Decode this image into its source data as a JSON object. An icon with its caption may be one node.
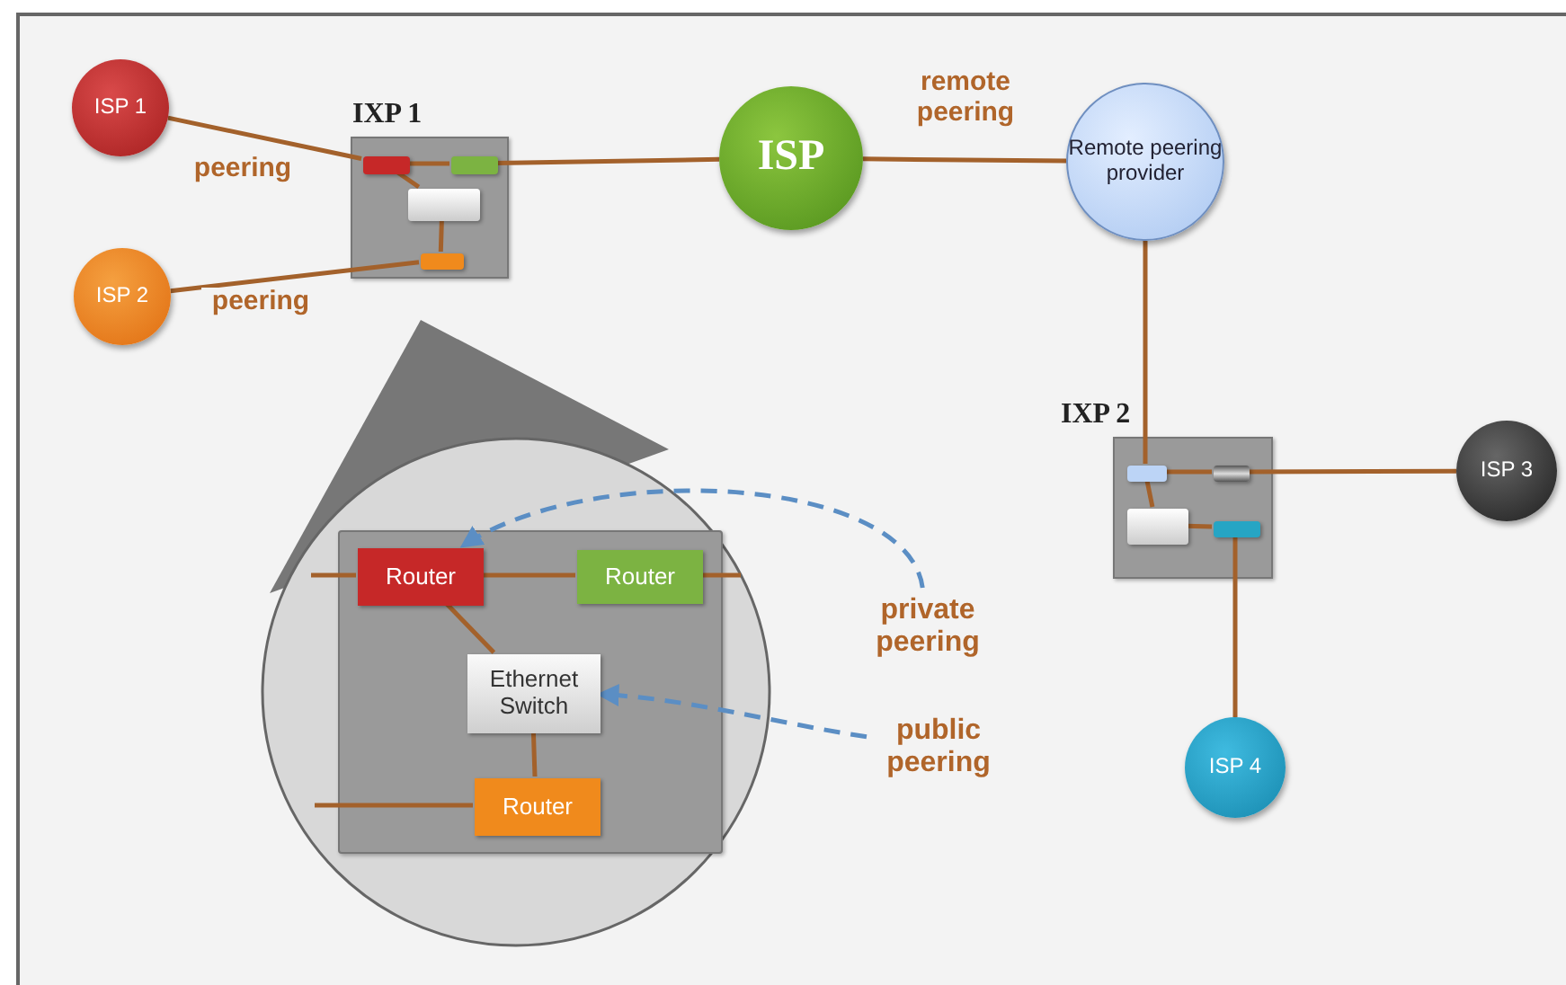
{
  "diagram": {
    "nodes": [
      {
        "text": [
          "ISP 1"
        ]
      },
      {
        "text": [
          "ISP 2"
        ]
      },
      {
        "text": [
          "IXP 1"
        ]
      },
      {
        "text": [],
        "shape": "box",
        "in": 2
      },
      {
        "text": [],
        "shape": "box",
        "in": 2
      },
      {
        "text": [],
        "shape": "box",
        "in": 2
      },
      {
        "text": [],
        "shape": "box",
        "in": 2
      },
      {
        "text": [
          "ISP"
        ]
      },
      {
        "text": [
          "Remote peering provider"
        ]
      },
      {
        "text": [
          "IXP 2"
        ]
      },
      {
        "text": [],
        "shape": "box",
        "in": 9
      },
      {
        "text": [],
        "shape": "box",
        "in": 9
      },
      {
        "text": [],
        "shape": "box",
        "in": 9
      },
      {
        "text": [],
        "shape": "box",
        "in": 9
      },
      {
        "text": [
          "ISP 3"
        ]
      },
      {
        "text": [
          "ISP 4"
        ]
      },
      {
        "text": [],
        "shape": "box"
      },
      {
        "text": [
          "Router"
        ],
        "in": 16
      },
      {
        "text": [
          "Router"
        ],
        "in": 16
      },
      {
        "text": [
          "Ethernet Switch"
        ],
        "in": 16
      },
      {
        "text": [
          "Router"
        ],
        "in": 16
      },
      {
        "text": [
          "private peering"
        ]
      },
      {
        "text": [
          "public peering"
        ]
      }
    ],
    "edges": [
      {
        "from": 0,
        "to": 3,
        "arrow": "none",
        "label": "peering"
      },
      {
        "from": 1,
        "to": 6,
        "arrow": "none",
        "label": "peering"
      },
      {
        "from": 3,
        "to": 4,
        "arrow": "none"
      },
      {
        "from": 3,
        "to": 5,
        "arrow": "none"
      },
      {
        "from": 5,
        "to": 6,
        "arrow": "none"
      },
      {
        "from": 4,
        "to": 7,
        "arrow": "none"
      },
      {
        "from": 7,
        "to": 8,
        "arrow": "none",
        "label": "remote peering"
      },
      {
        "from": 8,
        "to": 10,
        "arrow": "none"
      },
      {
        "from": 10,
        "to": 11,
        "arrow": "none"
      },
      {
        "from": 10,
        "to": 12,
        "arrow": "none"
      },
      {
        "from": 12,
        "to": 13,
        "arrow": "none"
      },
      {
        "from": 11,
        "to": 14,
        "arrow": "none"
      },
      {
        "from": 13,
        "to": 15,
        "arrow": "none"
      },
      {
        "from": null,
        "to": 17,
        "arrow": "none"
      },
      {
        "from": 17,
        "to": 18,
        "arrow": "none"
      },
      {
        "from": 18,
        "to": null,
        "arrow": "none"
      },
      {
        "from": 17,
        "to": 19,
        "arrow": "none"
      },
      {
        "from": 19,
        "to": 20,
        "arrow": "none"
      },
      {
        "from": null,
        "to": 20,
        "arrow": "none"
      },
      {
        "from": 21,
        "to": 17,
        "arrow": "to",
        "style": "dashed",
        "color": "#5b8ec4"
      },
      {
        "from": 22,
        "to": 19,
        "arrow": "to",
        "style": "dashed",
        "color": "#5b8ec4"
      }
    ]
  }
}
